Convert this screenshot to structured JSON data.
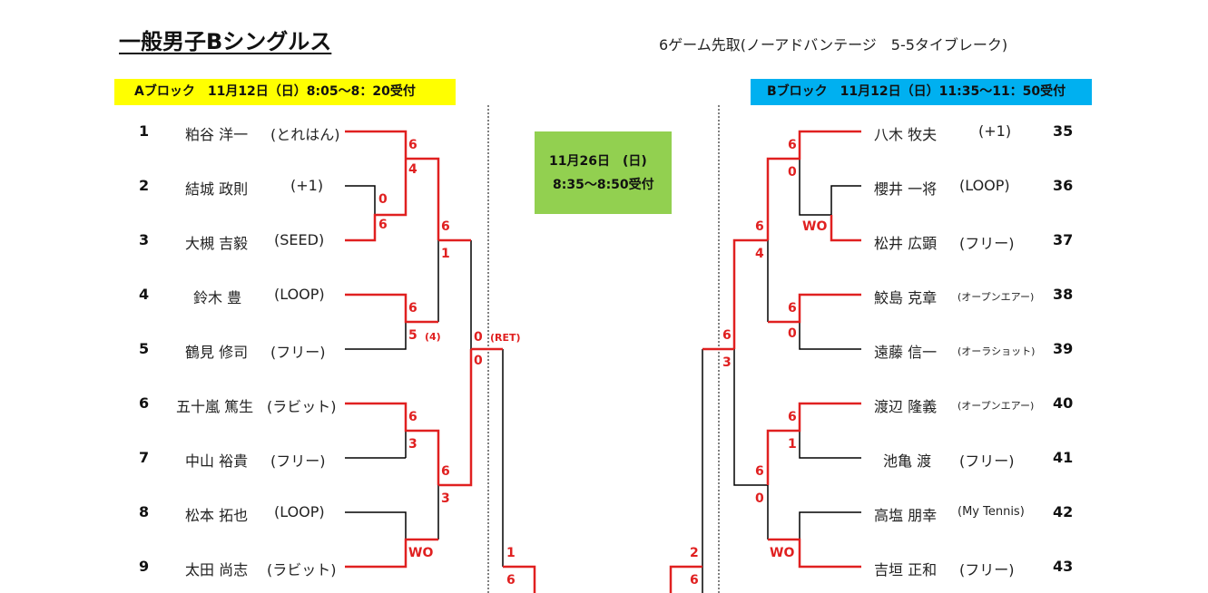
{
  "header": {
    "title": "一般男子Bシングルス",
    "rule": "6ゲーム先取(ノーアドバンテージ　5-5タイブレーク)"
  },
  "blocks": {
    "a_label": "Aブロック　11月12日（日）8:05～8：20受付",
    "b_label": "Bブロック　11月12日（日）11:35～11：50受付"
  },
  "final": {
    "date": "11月26日　(日)",
    "time": "8:35～8:50受付"
  },
  "players_a": [
    {
      "no": "1",
      "name": "粕谷 洋一",
      "club": "(とれはん)"
    },
    {
      "no": "2",
      "name": "結城 政則",
      "club": "(+1)"
    },
    {
      "no": "3",
      "name": "大槻 吉毅",
      "club": "(SEED)"
    },
    {
      "no": "4",
      "name": "鈴木 豊",
      "club": "(LOOP)"
    },
    {
      "no": "5",
      "name": "鶴見 修司",
      "club": "(フリー)"
    },
    {
      "no": "6",
      "name": "五十嵐 篤生",
      "club": "(ラビット)"
    },
    {
      "no": "7",
      "name": "中山 裕貴",
      "club": "(フリー)"
    },
    {
      "no": "8",
      "name": "松本 拓也",
      "club": "(LOOP)"
    },
    {
      "no": "9",
      "name": "太田 尚志",
      "club": "(ラビット)"
    }
  ],
  "players_b": [
    {
      "no": "35",
      "name": "八木 牧夫",
      "club": "(+1)"
    },
    {
      "no": "36",
      "name": "櫻井 一将",
      "club": "(LOOP)"
    },
    {
      "no": "37",
      "name": "松井 広顕",
      "club": "(フリー)"
    },
    {
      "no": "38",
      "name": "鮫島 克章",
      "club": "(オープンエアー)"
    },
    {
      "no": "39",
      "name": "遠藤 信一",
      "club": "(オーラショット)"
    },
    {
      "no": "40",
      "name": "渡辺 隆義",
      "club": "(オープンエアー)"
    },
    {
      "no": "41",
      "name": "池亀 渡",
      "club": "(フリー)"
    },
    {
      "no": "42",
      "name": "高塩 朋幸",
      "club": "(My Tennis)"
    },
    {
      "no": "43",
      "name": "吉垣 正和",
      "club": "(フリー)"
    }
  ],
  "scores_a": [
    "6",
    "4",
    "0",
    "6",
    "6",
    "1",
    "6",
    "5",
    "(4)",
    "0",
    "(RET)",
    "0",
    "6",
    "3",
    "6",
    "3",
    "WO",
    "1",
    "6"
  ],
  "scores_b": [
    "6",
    "0",
    "WO",
    "6",
    "4",
    "6",
    "0",
    "6",
    "3",
    "6",
    "1",
    "6",
    "0",
    "WO",
    "2",
    "6"
  ],
  "colors": {
    "winner_line": "#e02020",
    "loser_line": "#000000",
    "block_a_bg": "#ffff00",
    "block_b_bg": "#00b0f0",
    "final_bg": "#92d050"
  }
}
